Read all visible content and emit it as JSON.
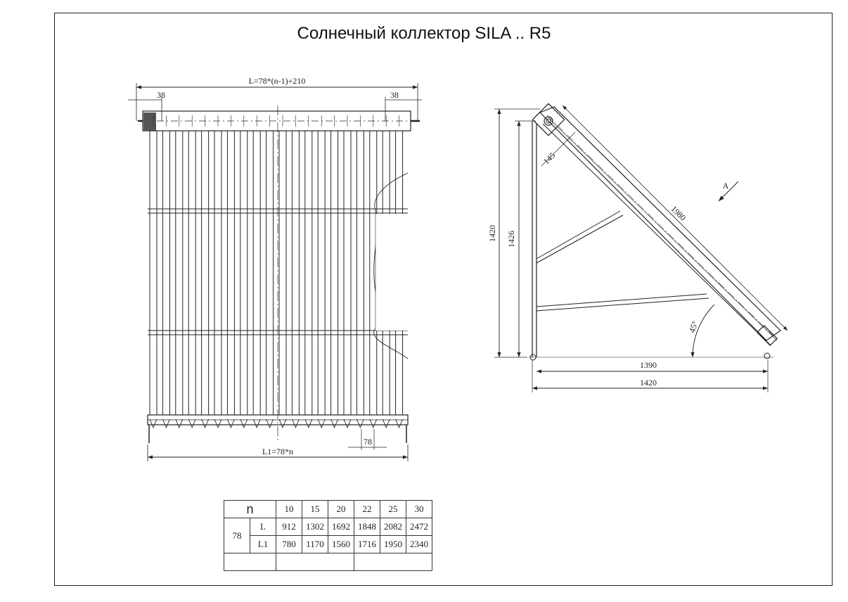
{
  "title": "Солнечный коллектор SILA .. R5",
  "front": {
    "dim_L": "L=78*(n-1)+210",
    "dim_left": "38",
    "dim_right": "38",
    "dim_L1": "L1=78*n",
    "dim_pitch": "78"
  },
  "side": {
    "h1": "1420",
    "h2": "1426",
    "tube_offset": "145",
    "tube_length": "1980",
    "angle": "45°",
    "base1": "1390",
    "base2": "1420",
    "view": "A"
  },
  "table": {
    "n_label": "n",
    "n_values": [
      "10",
      "15",
      "20",
      "22",
      "25",
      "30"
    ],
    "group": "78",
    "rows": [
      {
        "label": "L",
        "values": [
          "912",
          "1302",
          "1692",
          "1848",
          "2082",
          "2472"
        ]
      },
      {
        "label": "L1",
        "values": [
          "780",
          "1170",
          "1560",
          "1716",
          "1950",
          "2340"
        ]
      }
    ]
  }
}
